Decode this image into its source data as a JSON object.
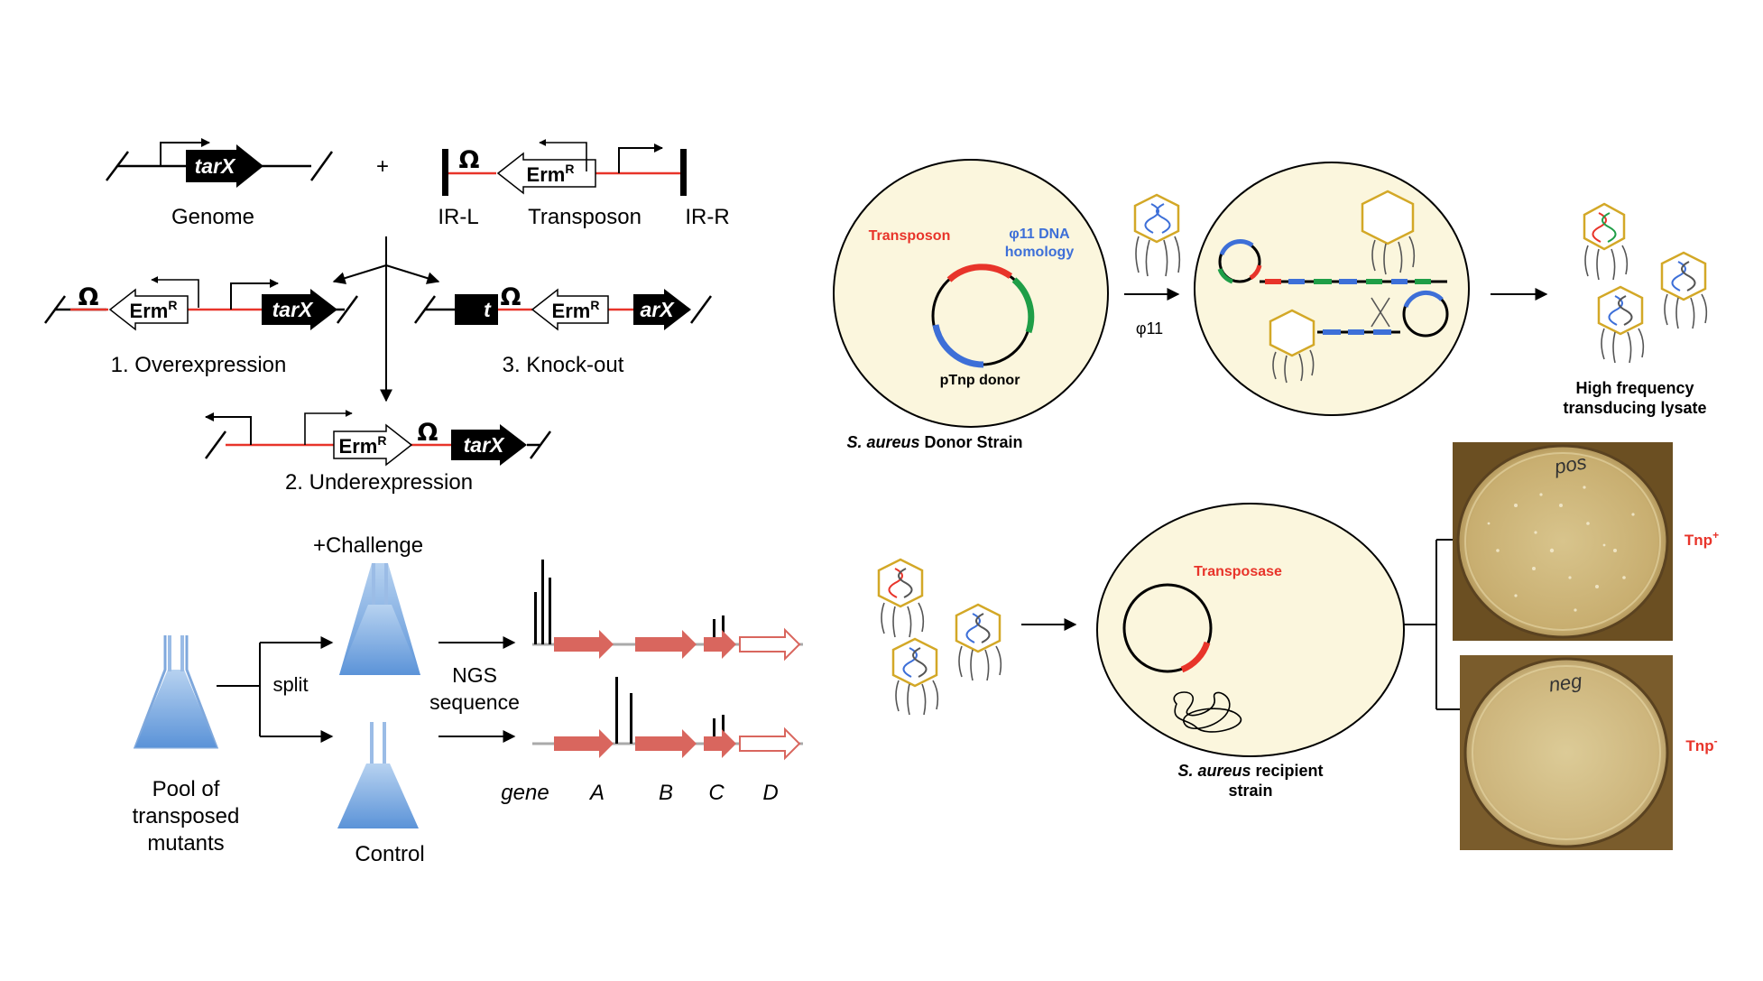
{
  "panel_a": {
    "genome_gene": "tarX",
    "genome_label": "Genome",
    "plus": "+",
    "omega": "Ω",
    "erm": "Erm",
    "erm_sup": "R",
    "ir_l": "IR-L",
    "transposon_label": "Transposon",
    "ir_r": "IR-R",
    "tarx_bold": "tarX",
    "knockout_left_frag": "t",
    "knockout_right_frag": "arX",
    "overexpression": "1. Overexpression",
    "knockout": "3. Knock-out",
    "underexpression": "2. Underexpression"
  },
  "panel_b": {
    "challenge": "+Challenge",
    "split": "split",
    "pool_line1": "Pool of",
    "pool_line2": "transposed",
    "pool_line3": "mutants",
    "control": "Control",
    "ngs_line1": "NGS",
    "ngs_line2": "sequence",
    "gene_label": "gene",
    "gene_a": "A",
    "gene_b": "B",
    "gene_c": "C",
    "gene_d": "D"
  },
  "panel_c": {
    "transposon": "Transposon",
    "phi_homology_line1": "φ11 DNA",
    "phi_homology_line2": "homology",
    "ptnp_donor": "pTnp donor",
    "donor_strain_species": "S. aureus",
    "donor_strain_rest": "Donor Strain",
    "phi11": "φ11",
    "lysate_line1": "High frequency",
    "lysate_line2": "transducing lysate"
  },
  "panel_d": {
    "transposase": "Transposase",
    "recipient_species": "S. aureus",
    "recipient_rest": "recipient",
    "recipient_line2": "strain",
    "tnp_pos_base": "Tnp",
    "tnp_pos_sup": "+",
    "tnp_neg_base": "Tnp",
    "tnp_neg_sup": "-",
    "plate_pos_label": "pos",
    "plate_neg_label": "neg"
  },
  "colors": {
    "red": "#e8342a",
    "green": "#1f9e47",
    "blue": "#3d6fd8",
    "cell_fill": "#fbf6dd",
    "flask_top": "#a9c8ec",
    "flask_bottom": "#5b93d8",
    "gene_arrow": "#d9665e",
    "phage_gold": "#d3a827",
    "plate_rim": "#7a5c2c"
  }
}
